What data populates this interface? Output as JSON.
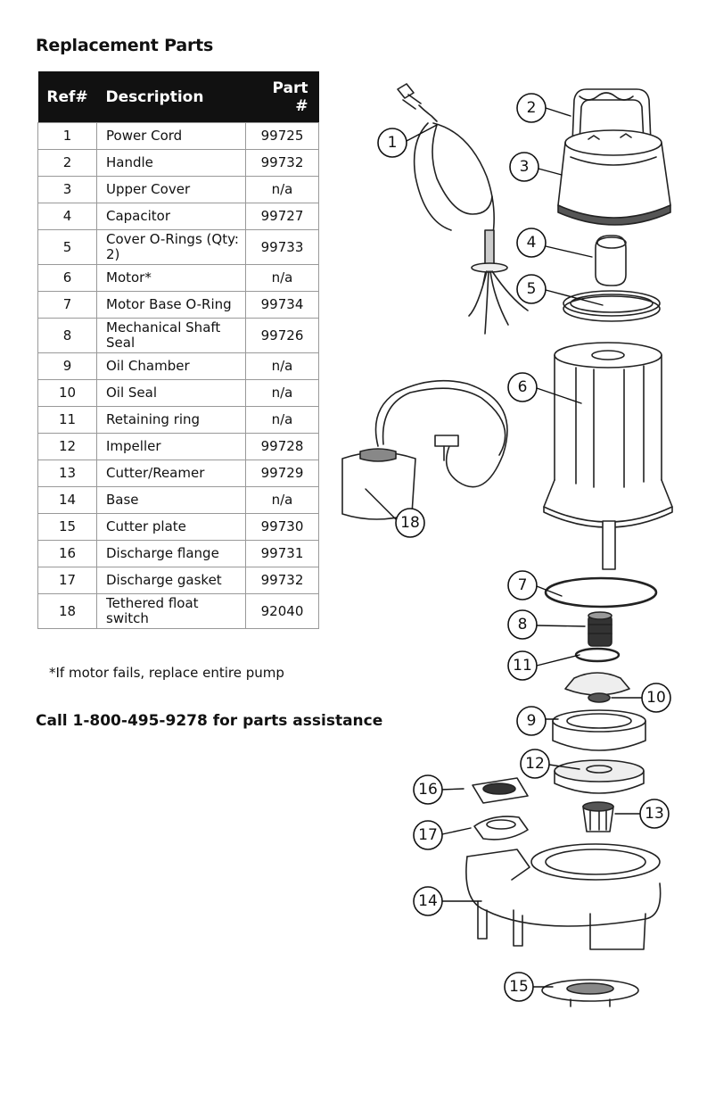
{
  "title": "Replacement Parts",
  "table": {
    "headers": {
      "ref": "Ref#",
      "description": "Description",
      "part": "Part #"
    },
    "rows": [
      {
        "ref": "1",
        "description": "Power Cord",
        "part": "99725"
      },
      {
        "ref": "2",
        "description": "Handle",
        "part": "99732"
      },
      {
        "ref": "3",
        "description": "Upper Cover",
        "part": "n/a"
      },
      {
        "ref": "4",
        "description": "Capacitor",
        "part": "99727"
      },
      {
        "ref": "5",
        "description": "Cover O-Rings (Qty: 2)",
        "part": "99733"
      },
      {
        "ref": "6",
        "description": "Motor*",
        "part": "n/a"
      },
      {
        "ref": "7",
        "description": "Motor Base O-Ring",
        "part": "99734"
      },
      {
        "ref": "8",
        "description": "Mechanical Shaft Seal",
        "part": "99726"
      },
      {
        "ref": "9",
        "description": "Oil Chamber",
        "part": "n/a"
      },
      {
        "ref": "10",
        "description": "Oil Seal",
        "part": "n/a"
      },
      {
        "ref": "11",
        "description": "Retaining ring",
        "part": "n/a"
      },
      {
        "ref": "12",
        "description": "Impeller",
        "part": "99728"
      },
      {
        "ref": "13",
        "description": "Cutter/Reamer",
        "part": "99729"
      },
      {
        "ref": "14",
        "description": "Base",
        "part": "n/a"
      },
      {
        "ref": "15",
        "description": "Cutter plate",
        "part": "99730"
      },
      {
        "ref": "16",
        "description": "Discharge flange",
        "part": "99731"
      },
      {
        "ref": "17",
        "description": "Discharge gasket",
        "part": "99732"
      },
      {
        "ref": "18",
        "description": "Tethered float switch",
        "part": "92040"
      }
    ]
  },
  "footnote": "*If motor fails, replace entire pump",
  "call_text": "Call 1-800-495-9278 for parts assistance",
  "callouts": [
    "1",
    "2",
    "3",
    "4",
    "5",
    "6",
    "7",
    "8",
    "9",
    "10",
    "11",
    "12",
    "13",
    "14",
    "15",
    "16",
    "17",
    "18"
  ]
}
